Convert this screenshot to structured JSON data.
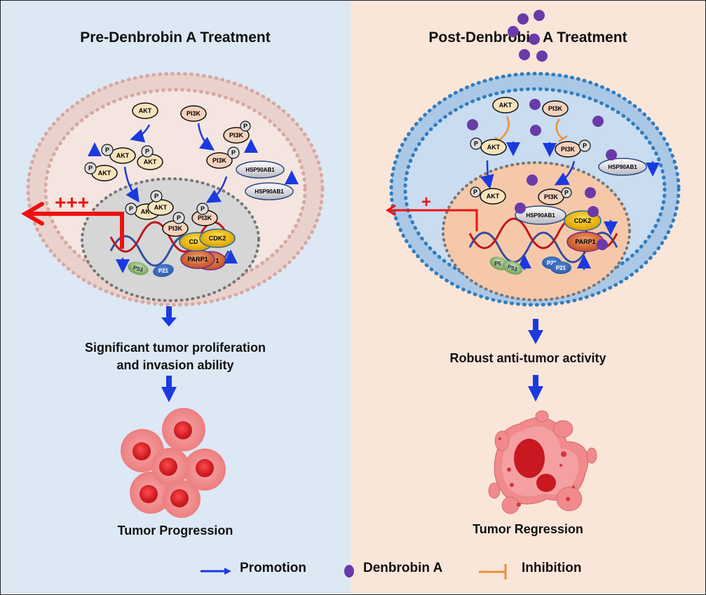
{
  "left_panel": {
    "title": "Pre-Denbrobin A Treatment",
    "outcome_text_line1": "Significant tumor proliferation",
    "outcome_text_line2": "and invasion ability",
    "result_label": "Tumor Progression",
    "signal_marker": "+++",
    "proteins": {
      "akt": "AKT",
      "pi3k": "PI3K",
      "phospho": "P",
      "hsp": "HSP90AB1",
      "cdk2": "CDK2",
      "cdk2_partial": "CD",
      "parp1": "PARP1",
      "parp1_partial": "1",
      "p53": "P53",
      "p21": "P21"
    }
  },
  "right_panel": {
    "title": "Post-Denbrobin A Treatment",
    "outcome_text": "Robust anti-tumor activity",
    "result_label": "Tumor Regression",
    "signal_marker": "+",
    "proteins": {
      "akt": "AKT",
      "pi3k": "PI3K",
      "phospho": "P",
      "hsp": "HSP90AB1",
      "cdk2": "CDK2",
      "parp1": "PARP1",
      "p53": "P53",
      "p53_partial": "P5",
      "p21": "P21"
    }
  },
  "legend": {
    "items": [
      {
        "icon": "blue-arrow",
        "label": "Promotion"
      },
      {
        "icon": "purple-dot",
        "label": "Denbrobin A"
      },
      {
        "icon": "orange-inhibit",
        "label": "Inhibition"
      }
    ]
  },
  "colors": {
    "left_bg": "#dde8f5",
    "right_bg": "#fae5d9",
    "promotion": "#1a3ae0",
    "drug": "#6a3aa8",
    "inhibition": "#e8913a",
    "signal": "#ee1111"
  }
}
